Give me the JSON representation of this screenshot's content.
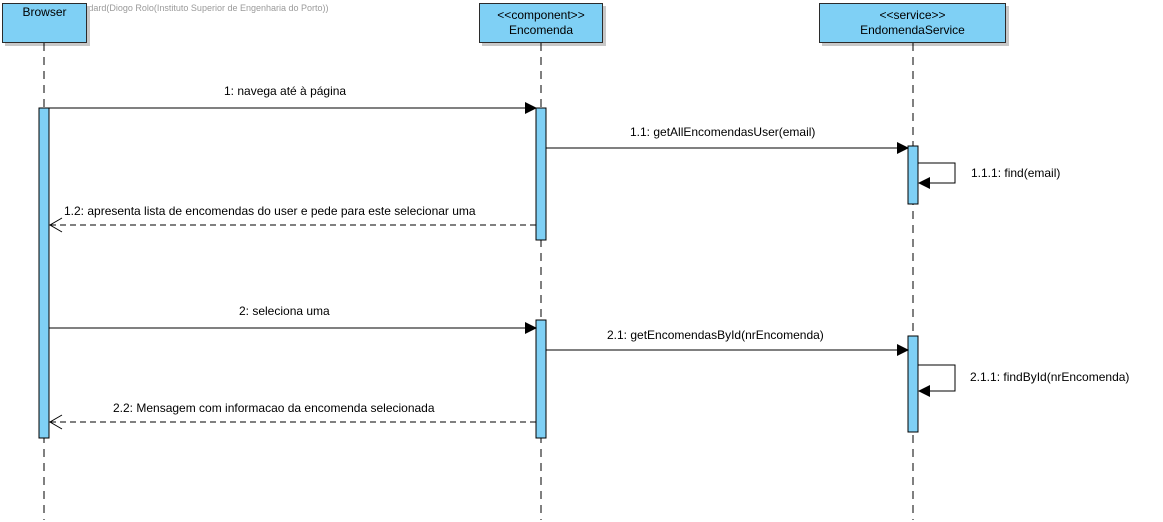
{
  "watermark": "Visual Paradigm Standard(Diogo Rolo(Instituto Superior de Engenharia do Porto))",
  "colors": {
    "activation_fill": "#7fd0f5",
    "line": "#000000"
  },
  "lifelines": [
    {
      "stereotype": "",
      "name": "Browser"
    },
    {
      "stereotype": "<<component>>",
      "name": "Encomenda"
    },
    {
      "stereotype": "<<service>>",
      "name": "EndomendaService"
    }
  ],
  "messages": [
    {
      "label": "1: navega até à página",
      "kind": "sync",
      "from": "Browser",
      "to": "Encomenda"
    },
    {
      "label": "1.1: getAllEncomendasUser(email)",
      "kind": "sync",
      "from": "Encomenda",
      "to": "EndomendaService"
    },
    {
      "label": "1.1.1: find(email)",
      "kind": "self",
      "from": "EndomendaService",
      "to": "EndomendaService"
    },
    {
      "label": "1.2: apresenta lista de encomendas do user e pede para este selecionar uma",
      "kind": "return",
      "from": "Encomenda",
      "to": "Browser"
    },
    {
      "label": "2: seleciona uma",
      "kind": "sync",
      "from": "Browser",
      "to": "Encomenda"
    },
    {
      "label": "2.1: getEncomendasById(nrEncomenda)",
      "kind": "sync",
      "from": "Encomenda",
      "to": "EndomendaService"
    },
    {
      "label": "2.1.1: findById(nrEncomenda)",
      "kind": "self",
      "from": "EndomendaService",
      "to": "EndomendaService"
    },
    {
      "label": "2.2: Mensagem com informacao da encomenda selecionada",
      "kind": "return",
      "from": "Encomenda",
      "to": "Browser"
    }
  ]
}
